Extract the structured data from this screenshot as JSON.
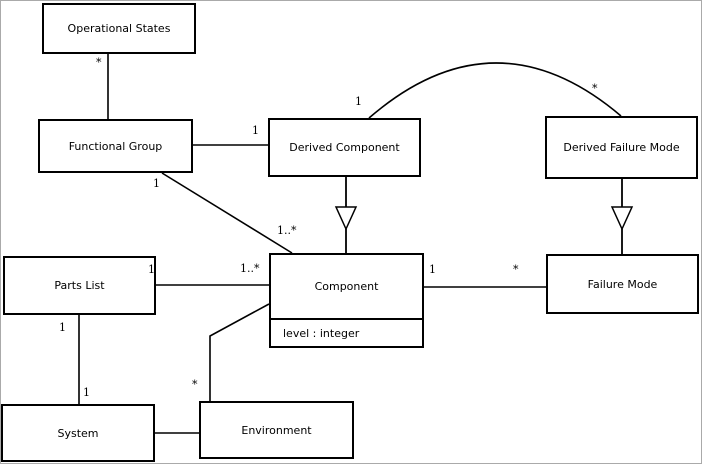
{
  "colors": {
    "background": "#ffffff",
    "line": "#000000",
    "text": "#000000"
  },
  "classes": [
    {
      "name": "Operational States"
    },
    {
      "name": "Functional Group"
    },
    {
      "name": "Derived Component"
    },
    {
      "name": "Derived Failure Mode"
    },
    {
      "name": "Parts List"
    },
    {
      "name": "Component",
      "attributes": [
        "level : integer"
      ]
    },
    {
      "name": "Failure Mode"
    },
    {
      "name": "System"
    },
    {
      "name": "Environment"
    }
  ],
  "associations": [
    {
      "between": [
        "Operational States",
        "Functional Group"
      ],
      "labels": {
        "operational_states_end": "*"
      }
    },
    {
      "between": [
        "Functional Group",
        "Derived Component"
      ],
      "labels": {
        "derived_component_end": "1"
      }
    },
    {
      "between": [
        "Derived Component",
        "Derived Failure Mode"
      ],
      "shape": "arc",
      "labels": {
        "derived_component_end": "1",
        "derived_failure_mode_end": "*"
      }
    },
    {
      "between": [
        "Functional Group",
        "Component"
      ],
      "labels": {
        "functional_group_end": "1",
        "component_end": "1..*"
      }
    },
    {
      "between": [
        "Parts List",
        "Component"
      ],
      "labels": {
        "parts_list_end": "1",
        "component_end": "1..*"
      }
    },
    {
      "between": [
        "Component",
        "Failure Mode"
      ],
      "labels": {
        "component_end": "1",
        "failure_mode_end": "*"
      }
    },
    {
      "between": [
        "Parts List",
        "System"
      ],
      "labels": {
        "parts_list_end": "1",
        "system_end": "1"
      }
    },
    {
      "between": [
        "System",
        "Environment"
      ],
      "labels": {}
    },
    {
      "between": [
        "Environment",
        "Component"
      ],
      "labels": {
        "environment_end": "*"
      }
    }
  ],
  "generalizations": [
    {
      "child": "Derived Component",
      "parent": "Component"
    },
    {
      "child": "Derived Failure Mode",
      "parent": "Failure Mode"
    }
  ]
}
